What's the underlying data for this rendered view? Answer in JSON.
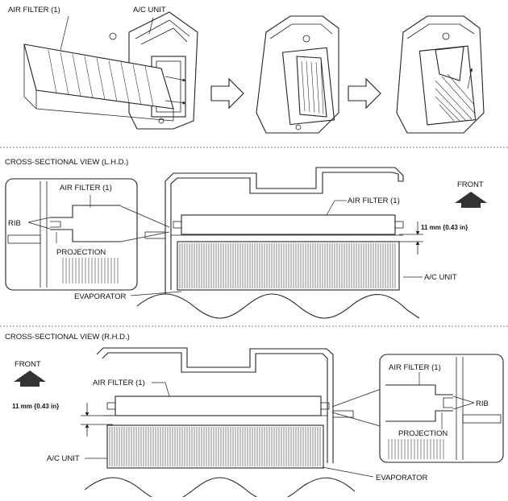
{
  "top": {
    "air_filter_label": "AIR FILTER (1)",
    "ac_unit_label": "A/C UNIT"
  },
  "lhd": {
    "title": "CROSS-SECTIONAL VIEW (L.H.D.)",
    "inset": {
      "air_filter_label": "AIR FILTER (1)",
      "rib_label": "RIB",
      "projection_label": "PROJECTION"
    },
    "air_filter_label": "AIR FILTER (1)",
    "clearance_label": "11 mm {0.43 in}",
    "front_label": "FRONT",
    "ac_unit_label": "A/C UNIT",
    "evaporator_label": "EVAPORATOR"
  },
  "rhd": {
    "title": "CROSS-SECTIONAL VIEW (R.H.D.)",
    "front_label": "FRONT",
    "air_filter_label": "AIR FILTER (1)",
    "clearance_label": "11 mm {0.43 in}",
    "ac_unit_label": "A/C UNIT",
    "evaporator_label": "EVAPORATOR",
    "inset": {
      "air_filter_label": "AIR FILTER (1)",
      "rib_label": "RIB",
      "projection_label": "PROJECTION"
    }
  }
}
